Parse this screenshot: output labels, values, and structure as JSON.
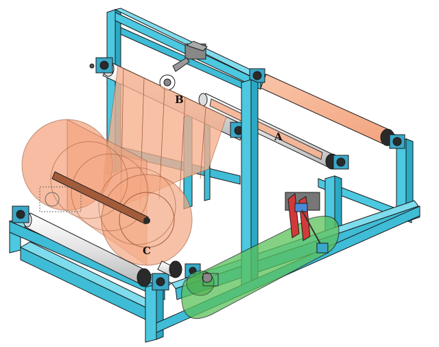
{
  "labels": {
    "a": "A",
    "b": "B",
    "c": "C"
  },
  "colors": {
    "frame": "#4cc8e0",
    "frame_shade": "#2aa8c4",
    "outline": "#1a1a1a",
    "web": "#f7b08e",
    "web_roll": "#f4a07a",
    "drive_cover": "#5cc25a",
    "shaft": "#a35c3a",
    "roller": "#eaeaea",
    "bearing": "#3aa8c8",
    "actuator": "#d23a3a"
  },
  "icons": {
    "frame": "steel-frame-icon",
    "rollers": "roller-icon",
    "bearings": "pillow-block-bearing-icon",
    "drive": "drive-cover-icon",
    "tension_arm": "tension-arm-icon",
    "actuator": "actuator-icon"
  }
}
